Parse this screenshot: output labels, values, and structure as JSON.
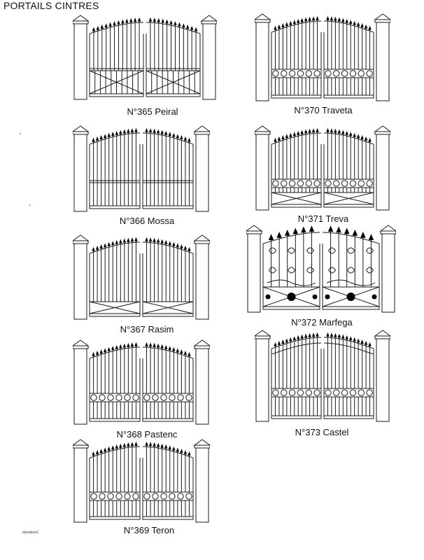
{
  "page": {
    "title": "PORTAILS CINTRES",
    "footer_note": "elevationC"
  },
  "colors": {
    "ink": "#1a1a1a",
    "fill_dark": "#000000",
    "background": "#ffffff"
  },
  "gates": [
    {
      "id": "365",
      "label": "N°365 Peiral",
      "bars": 13,
      "top_rail": false,
      "ring_rail": false,
      "cross_panel": true,
      "panel": "slats",
      "scroll_style": false
    },
    {
      "id": "370",
      "label": "N°370 Traveta",
      "bars": 13,
      "top_rail": false,
      "ring_rail": true,
      "cross_panel": false,
      "panel": "bars",
      "scroll_style": false
    },
    {
      "id": "366",
      "label": "N°366 Mossa",
      "bars": 13,
      "top_rail": false,
      "ring_rail": false,
      "cross_panel": false,
      "panel": "rail",
      "scroll_style": false
    },
    {
      "id": "371",
      "label": "N°371 Treva",
      "bars": 13,
      "top_rail": false,
      "ring_rail": true,
      "cross_panel": true,
      "panel": "cross",
      "scroll_style": false
    },
    {
      "id": "367",
      "label": "N°367 Rasim",
      "bars": 13,
      "top_rail": false,
      "ring_rail": false,
      "cross_panel": true,
      "panel": "cross",
      "scroll_style": false
    },
    {
      "id": "372",
      "label": "N°372 Marfega",
      "bars": 7,
      "top_rail": false,
      "ring_rail": false,
      "cross_panel": true,
      "panel": "ornate",
      "scroll_style": true
    },
    {
      "id": "368",
      "label": "N°368 Pastenc",
      "bars": 13,
      "top_rail": false,
      "ring_rail": true,
      "cross_panel": false,
      "panel": "bars",
      "scroll_style": false
    },
    {
      "id": "373",
      "label": "N°373 Castel",
      "bars": 13,
      "top_rail": true,
      "ring_rail": true,
      "cross_panel": false,
      "panel": "bars",
      "scroll_style": false
    },
    {
      "id": "369",
      "label": "N°369 Teron",
      "bars": 13,
      "top_rail": false,
      "ring_rail": true,
      "cross_panel": false,
      "panel": "bars",
      "scroll_style": false
    }
  ]
}
